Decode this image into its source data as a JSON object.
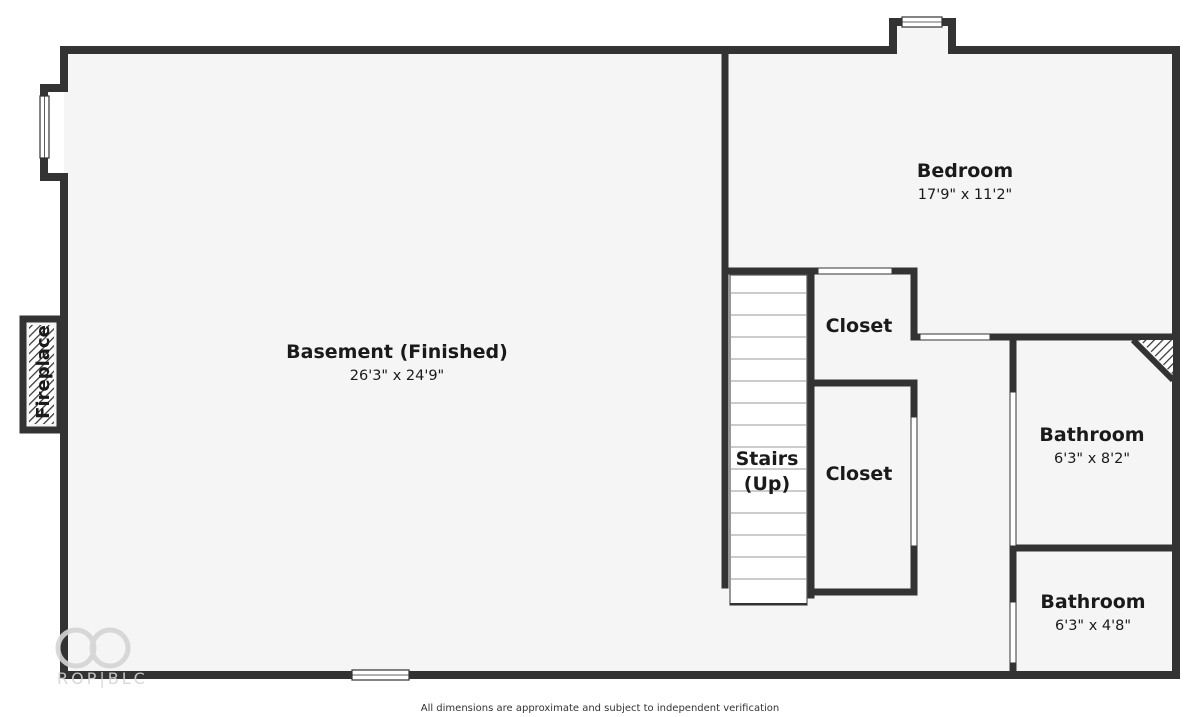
{
  "rooms": {
    "basement": {
      "name": "Basement (Finished)",
      "dims": "26'3\" x 24'9\""
    },
    "bedroom": {
      "name": "Bedroom",
      "dims": "17'9\" x 11'2\""
    },
    "closet_upper": {
      "name": "Closet"
    },
    "closet_lower": {
      "name": "Closet"
    },
    "stairs": {
      "name_line1": "Stairs",
      "name_line2": "(Up)"
    },
    "bathroom_upper": {
      "name": "Bathroom",
      "dims": "6'3\" x 8'2\""
    },
    "bathroom_lower": {
      "name": "Bathroom",
      "dims": "6'3\" x 4'8\""
    }
  },
  "fireplace": {
    "label": "Fireplace"
  },
  "footer": {
    "disclaimer": "All dimensions are approximate and subject to independent verification"
  },
  "watermark": {
    "text": "ROP|BLC"
  },
  "colors": {
    "wall": "#333333",
    "floor": "#f5f5f5",
    "window": "#ffffff",
    "watermark": "#d4d4d4"
  }
}
